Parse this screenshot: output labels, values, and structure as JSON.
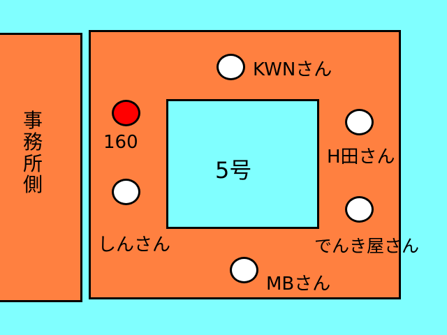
{
  "office_side": {
    "label": "事務所側"
  },
  "room": {
    "label": "5号"
  },
  "seats": [
    {
      "label": "KWNさん",
      "color": "#FFFFFF"
    },
    {
      "label": "160",
      "color": "#FF0000"
    },
    {
      "label": "H田さん",
      "color": "#FFFFFF"
    },
    {
      "label": "しんさん",
      "color": "#FFFFFF"
    },
    {
      "label": "でんき屋さん",
      "color": "#FFFFFF"
    },
    {
      "label": "MBさん",
      "color": "#FFFFFF"
    }
  ],
  "colors": {
    "background": "#80FFFF",
    "area": "#FF8040"
  }
}
